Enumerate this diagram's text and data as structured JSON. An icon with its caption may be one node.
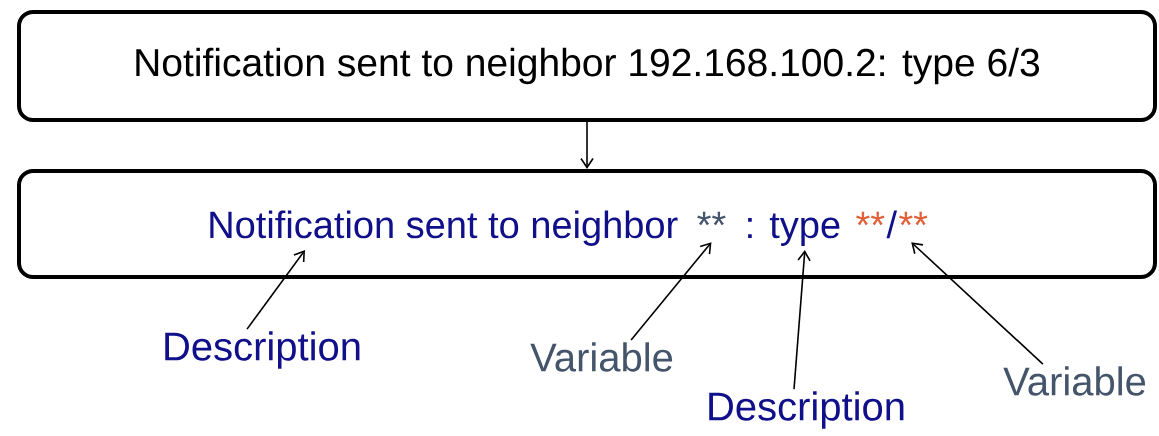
{
  "diagram": {
    "nodes": [
      {
        "text": [
          "Notification sent to neighbor 192.168.100.2: type 6/3"
        ]
      },
      {
        "text": [],
        "shape": "box"
      },
      {
        "text": [
          "Notification sent to neighbor"
        ],
        "in": 1
      },
      {
        "text": [
          "**"
        ],
        "in": 1
      },
      {
        "text": [
          ": type"
        ],
        "in": 1
      },
      {
        "text": [
          "**"
        ],
        "in": 1
      },
      {
        "text": [
          "/"
        ],
        "in": 1
      },
      {
        "text": [
          "**"
        ],
        "in": 1
      },
      {
        "text": [
          "Description"
        ]
      },
      {
        "text": [
          "Variable"
        ]
      },
      {
        "text": [
          "Description"
        ]
      },
      {
        "text": [
          "Variable"
        ]
      }
    ],
    "edges": [
      {
        "from": 0,
        "to": 1,
        "arrow": "to"
      },
      {
        "from": 8,
        "to": 2,
        "arrow": "to"
      },
      {
        "from": 9,
        "to": 3,
        "arrow": "to"
      },
      {
        "from": 10,
        "to": 4,
        "arrow": "to"
      },
      {
        "from": 11,
        "to": 7,
        "arrow": "to"
      }
    ]
  }
}
